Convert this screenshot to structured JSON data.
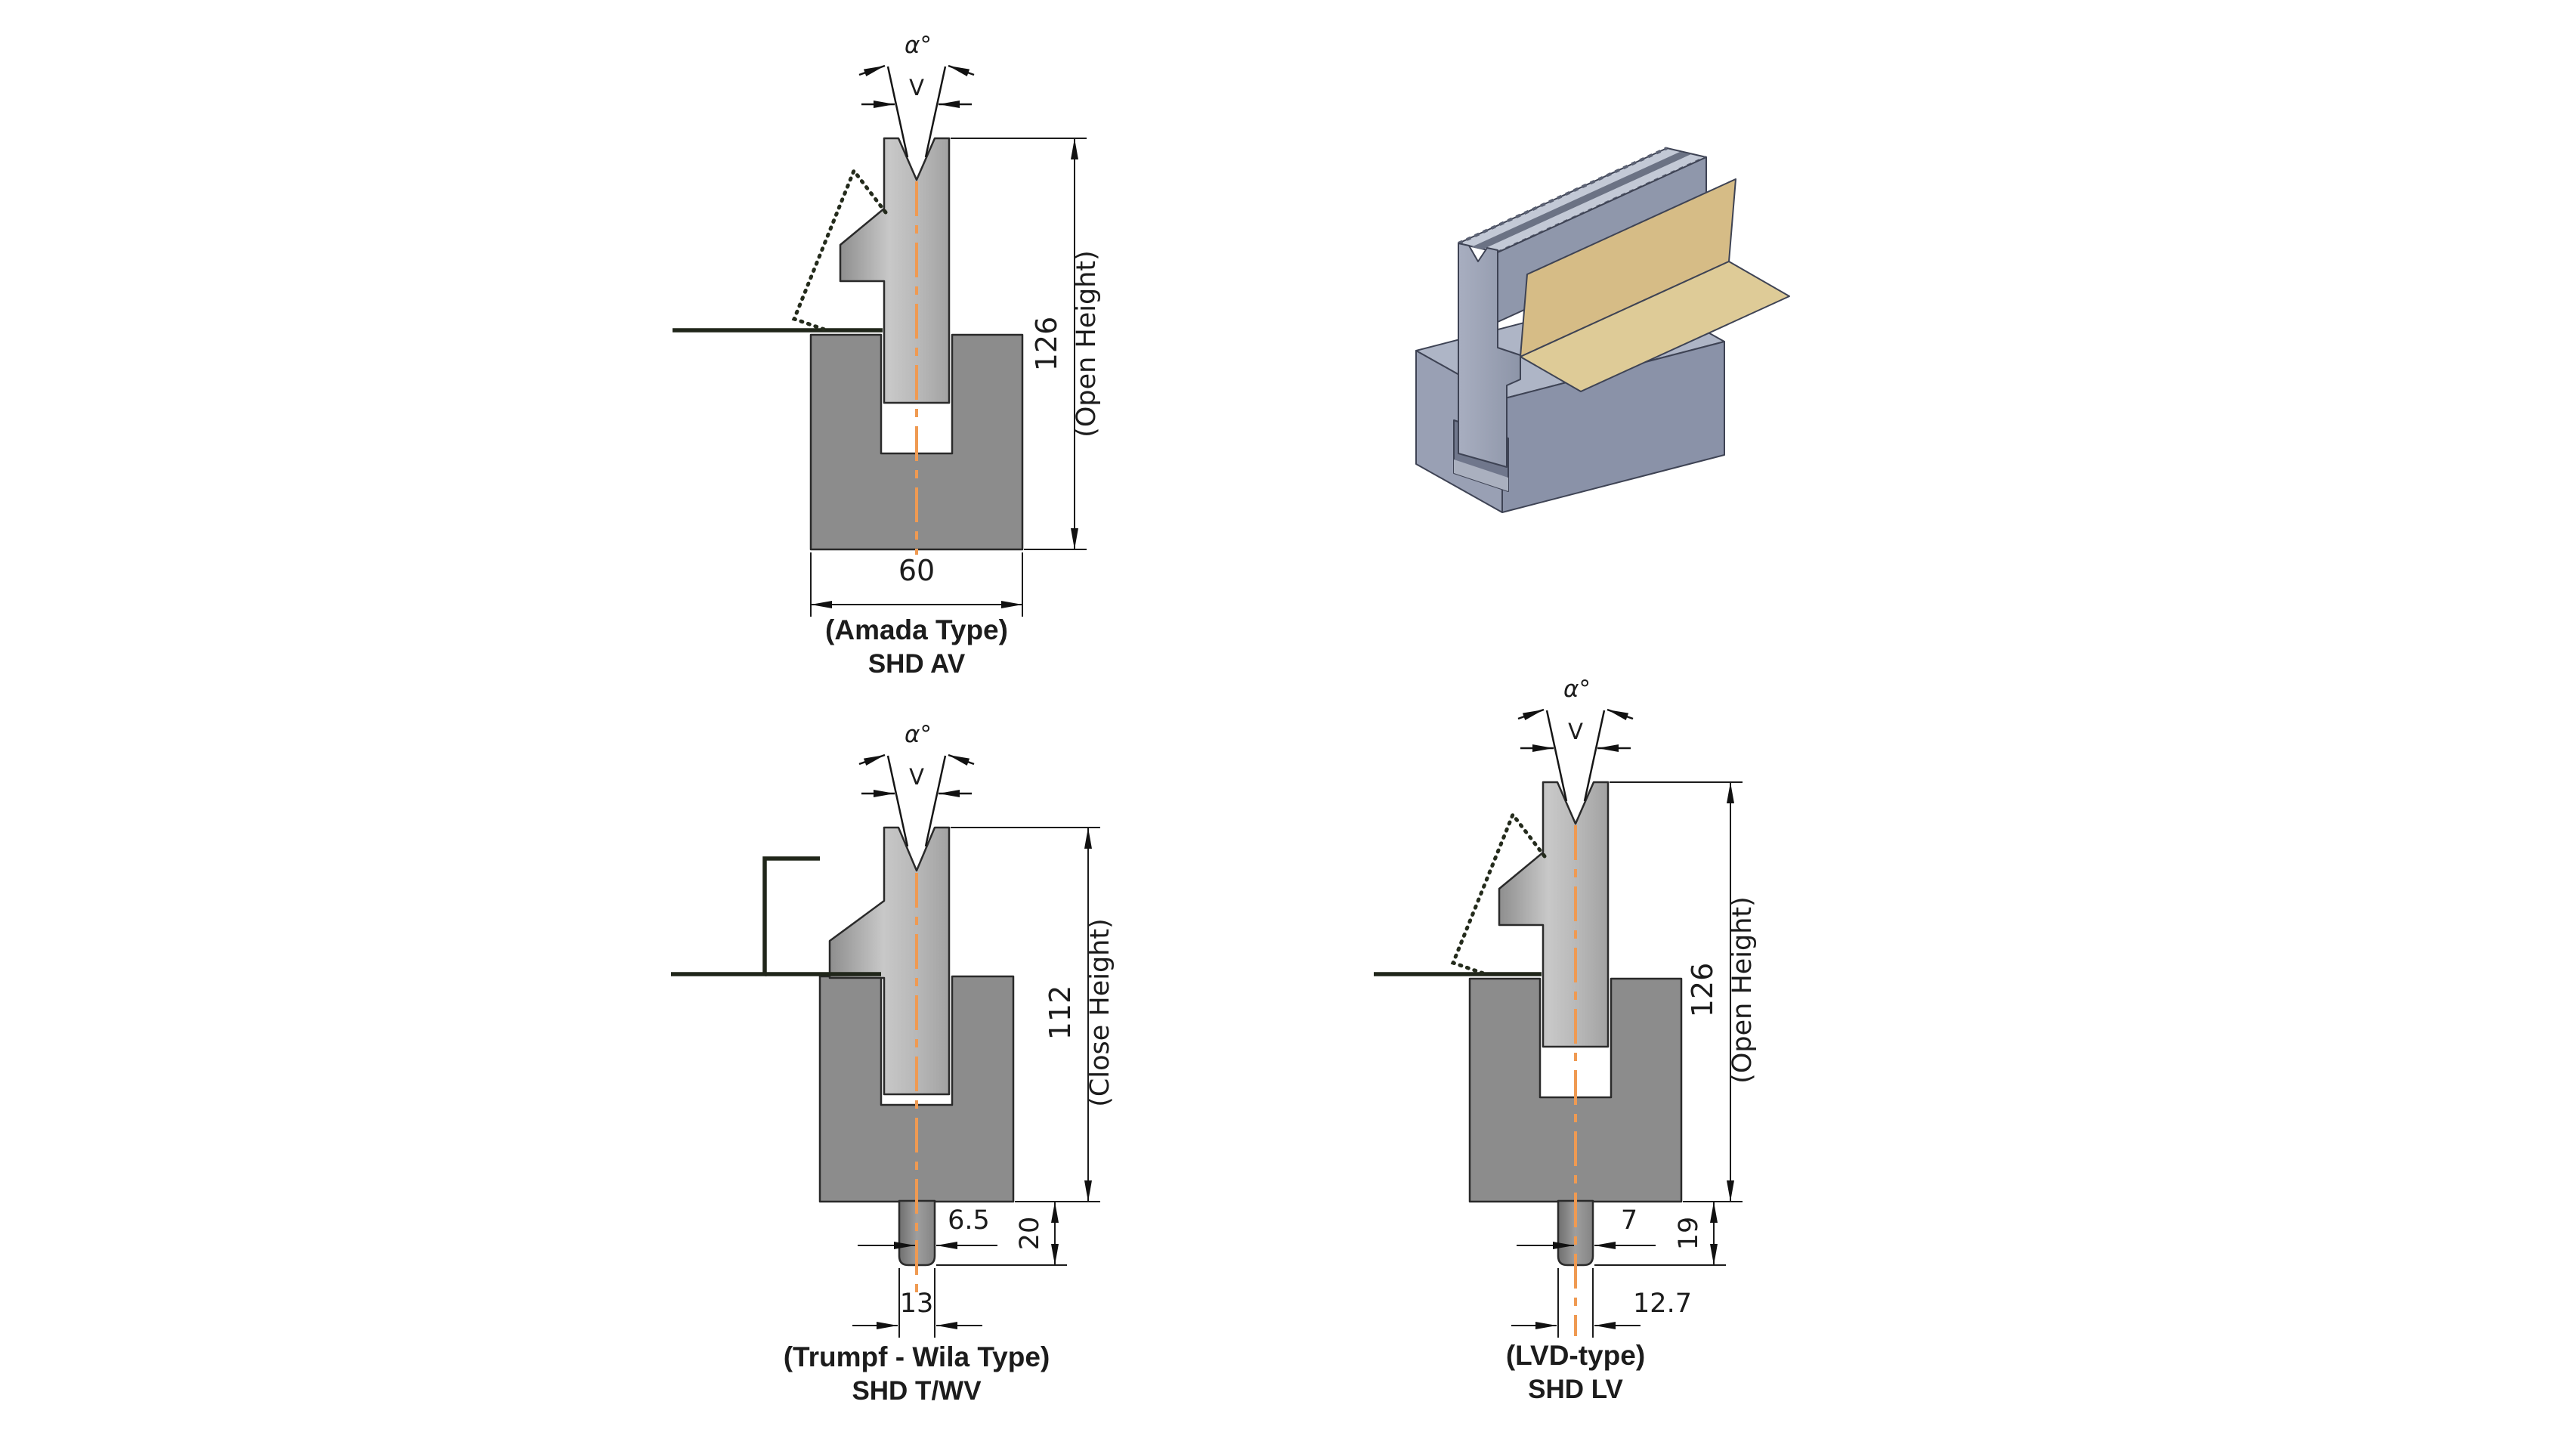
{
  "page": {
    "background": "#ffffff",
    "description": "Press brake hemming die types comparison drawing"
  },
  "colors": {
    "centerline": "#EF9A52",
    "die_fill": "#8C8C8C",
    "caption1": "#333E52",
    "caption2": "#3A465C",
    "sheet_line": "#20261A",
    "iso_block": "#8A92A8",
    "iso_sheet": "#D6BC86"
  },
  "figures": {
    "amada": {
      "angle_label": "α°",
      "vee_label": "V",
      "dim_height": "126",
      "dim_height_note": "(Open Height)",
      "dim_width": "60",
      "caption_line1": "(Amada Type)",
      "caption_line2": "SHD AV"
    },
    "trumpf": {
      "angle_label": "α°",
      "vee_label": "V",
      "dim_height": "112",
      "dim_height_note": "(Close Height)",
      "dim_tang_offset": "6.5",
      "dim_tang_height": "20",
      "dim_tang_width": "13",
      "caption_line1": "(Trumpf - Wila Type)",
      "caption_line2": "SHD T/WV"
    },
    "lvd": {
      "angle_label": "α°",
      "vee_label": "V",
      "dim_height": "126",
      "dim_height_note": "(Open Height)",
      "dim_tang_offset": "7",
      "dim_tang_height": "19",
      "dim_tang_width": "12.7",
      "caption_line1": "(LVD-type)",
      "caption_line2": "SHD LV"
    }
  }
}
